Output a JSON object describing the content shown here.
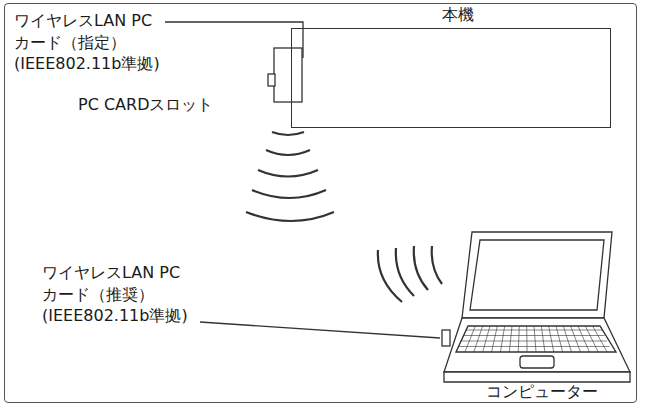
{
  "diagram": {
    "nodes": [
      {
        "text": [
          "本機"
        ]
      }
    ],
    "labels": [
      "ワイヤレスLAN PCカード（指定） (IEEE802.11b準拠)",
      "PC CARDスロット",
      "ワイヤレスLAN PC カード（推奨） (IEEE802.11b準拠)",
      "コンピューター"
    ]
  }
}
